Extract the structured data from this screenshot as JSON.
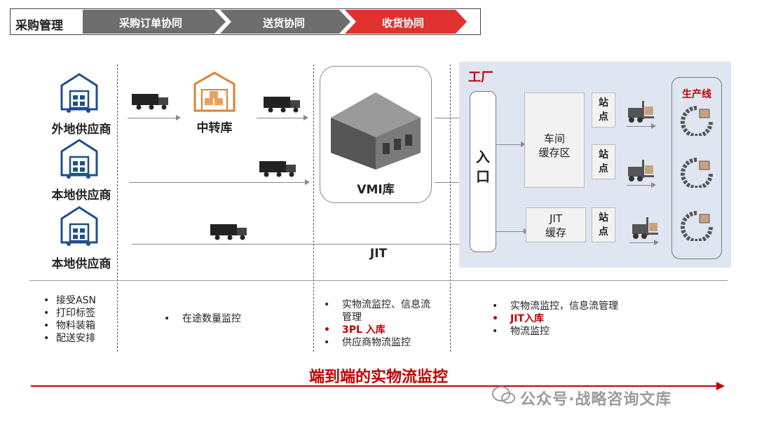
{
  "header": {
    "title": "采购管理",
    "steps": [
      {
        "label": "采购订单协同",
        "color": "#6e6e6e"
      },
      {
        "label": "送货协同",
        "color": "#6e6e6e"
      },
      {
        "label": "收货协同",
        "color": "#e03030"
      }
    ]
  },
  "suppliers": [
    "外地供应商",
    "本地供应商",
    "本地供应商"
  ],
  "transfer_warehouse": "中转库",
  "vmi_warehouse": "VMI库",
  "jit_label": "JIT",
  "factory": {
    "title": "工厂",
    "entry": "入口",
    "workshop_cache": "车间\n缓存区",
    "jit_cache": "JIT\n缓存",
    "station": "站点",
    "production_line": "生产线"
  },
  "bullets": {
    "col1": [
      "接受ASN",
      "打印标签",
      "物料装箱",
      "配送安排"
    ],
    "col2": [
      "在途数量监控"
    ],
    "col3": [
      {
        "text": "实物流监控、信息流",
        "cont": "管理"
      },
      {
        "text": "3PL 入库",
        "red": true
      },
      {
        "text": "供应商物流监控"
      }
    ],
    "col4": [
      {
        "text": "实物流监控，信息流管理"
      },
      {
        "text": "JIT入库",
        "red": true
      },
      {
        "text": "物流监控"
      }
    ]
  },
  "footer_title": "端到端的实物流监控",
  "watermark": "公众号·战略咨询文库",
  "colors": {
    "accent_red": "#c00000",
    "chevron_grey": "#6e6e6e",
    "chevron_red": "#e03030",
    "factory_bg": "#dfe5f1"
  }
}
